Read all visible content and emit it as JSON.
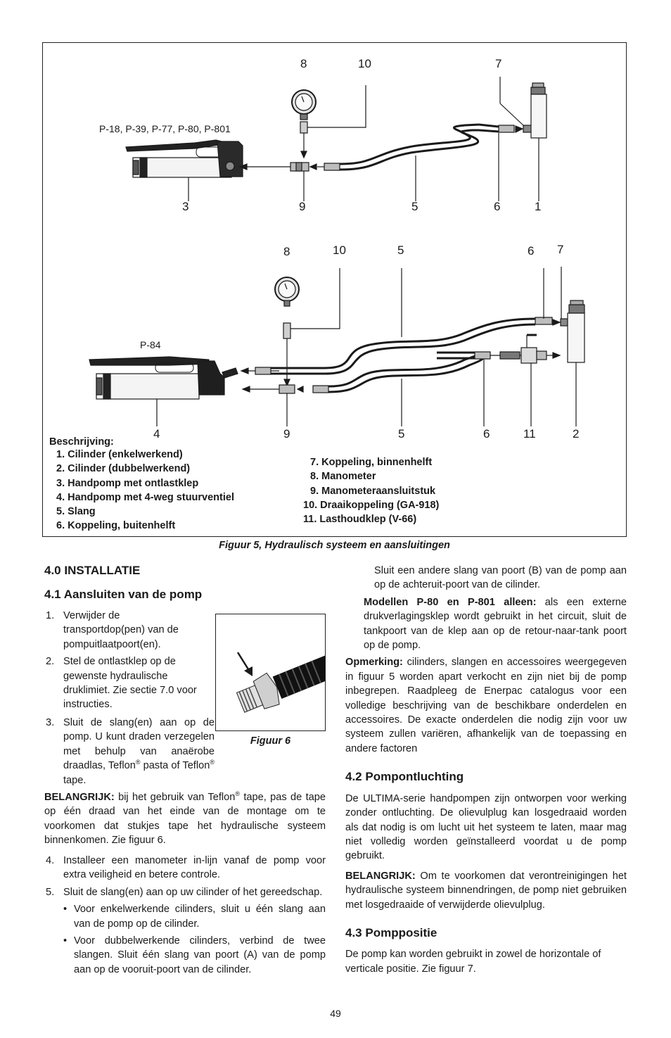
{
  "figure5": {
    "top_numbers": [
      "8",
      "10",
      "7",
      "3",
      "9",
      "5",
      "6",
      "1"
    ],
    "top_model": "P-18, P-39, P-77, P-80, P-801",
    "bottom_numbers": [
      "8",
      "10",
      "5",
      "6",
      "7",
      "4",
      "9",
      "5",
      "6",
      "11",
      "2"
    ],
    "bottom_model": "P-84",
    "legend_title": "Beschrijving:",
    "legend_left": [
      "1. Cilinder (enkelwerkend)",
      "2. Cilinder (dubbelwerkend)",
      "3. Handpomp met ontlastklep",
      "4. Handpomp met 4-weg stuurventiel",
      "5. Slang",
      "6. Koppeling, buitenhelft"
    ],
    "legend_right": [
      "7. Koppeling, binnenhelft",
      "8. Manometer",
      "9. Manometeraansluitstuk",
      "10. Draaikoppeling (GA-918)",
      "11. Lasthoudklep (V-66)"
    ],
    "caption": "Figuur 5, Hydraulisch systeem en aansluitingen"
  },
  "left_column": {
    "h_installatie": "4.0  INSTALLATIE",
    "h_aansluiten": "4.1  Aansluiten van de pomp",
    "step1_num": "1.",
    "step1": "Verwijder de transportdop(pen) van de pompuitlaatpoort(en).",
    "step2_num": "2.",
    "step2": "Stel de ontlastklep op de gewenste hydraulische druklimiet. Zie sectie 7.0 voor instructies.",
    "step3_num": "3.",
    "step3_a": "Sluit de slang(en) aan op de pomp. U kunt draden verzegelen met behulp van anaërobe draadlas, Teflon",
    "step3_b": "pasta of Teflon",
    "step3_c": " tape.",
    "reg": "®",
    "figure6_caption": "Figuur 6",
    "important_label": "BELANGRIJK:",
    "important_a": " bij het gebruik van Teflon",
    "important_b": " tape, pas de tape op één draad van het einde van de montage om te voorkomen dat stukjes tape het hydraulische systeem binnenkomen. Zie figuur 6.",
    "step4_num": "4.",
    "step4": "Installeer een manometer in-lijn vanaf de pomp voor extra veiligheid en betere controle.",
    "step5_num": "5.",
    "step5": "Sluit de slang(en) aan op uw cilinder of het gereedschap.",
    "bullet_dot": "•",
    "bullet1": "Voor enkelwerkende cilinders, sluit u één slang aan van de pomp op de cilinder.",
    "bullet2": "Voor dubbelwerkende cilinders, verbind de twee slangen. Sluit één slang van poort (A) van de pomp aan op de vooruit-poort van de cilinder."
  },
  "right_column": {
    "cont": "Sluit een andere slang van poort (B) van de pomp aan op de achteruit-poort van de cilinder.",
    "models_label": "Modellen P-80 en P-801 alleen:",
    "models_text": " als een externe drukverlagingsklep wordt gebruikt in het circuit, sluit de tankpoort van de klep aan op de retour-naar-tank poort op de pomp.",
    "note_label": "Opmerking:",
    "note_text": " cilinders, slangen en accessoires weergegeven in figuur 5 worden apart verkocht en zijn niet bij de pomp inbegrepen. Raadpleeg de Enerpac catalogus voor een volledige beschrijving van de beschikbare onderdelen en accessoires. De exacte onderdelen die nodig zijn voor uw systeem zullen variëren, afhankelijk van de toepassing en andere factoren",
    "h_ontluchting": "4.2  Pompontluchting",
    "ontluchting": "De ULTIMA-serie handpompen zijn ontworpen voor werking zonder ontluchting. De olievulplug kan losgedraaid worden als dat nodig is om lucht uit het systeem te laten, maar mag niet volledig worden geïnstalleerd voordat u de pomp gebruikt.",
    "important_label": "BELANGRIJK:",
    "important_text": " Om te voorkomen dat verontreinigingen het hydraulische systeem binnendringen, de pomp niet gebruiken met losgedraaide of verwijderde olievulplug.",
    "h_positie": "4.3  Pomppositie",
    "positie": "De pomp kan worden gebruikt in zowel de horizontale of verticale positie. Zie figuur 7."
  },
  "page_number": "49"
}
